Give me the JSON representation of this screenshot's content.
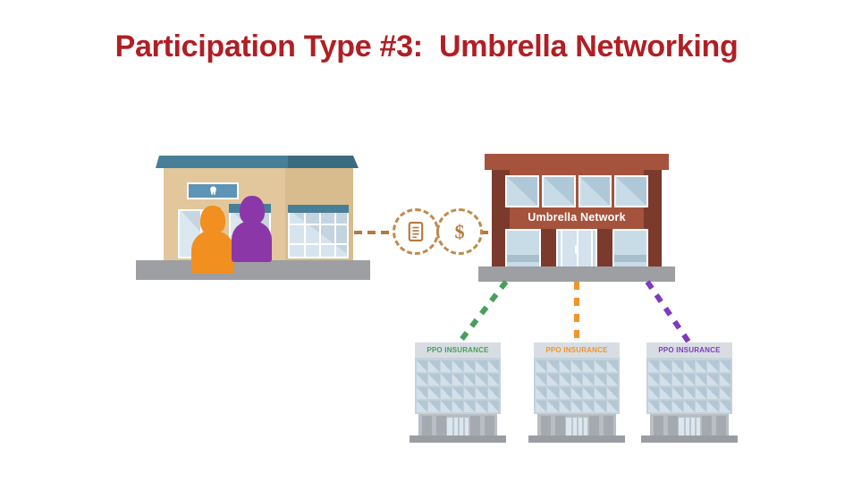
{
  "slide": {
    "title": "Participation Type #3:  Umbrella Networking",
    "background_color": "#FFFFFF",
    "title_color": "#B01F24"
  },
  "diagram": {
    "type": "network-relationship-diagram",
    "dental_office": {
      "name": "dental-office",
      "sign_icon": "tooth-icon",
      "facade_color": "#E2C79C",
      "roof_color": "#477F98",
      "people": [
        {
          "name": "patient-orange",
          "color": "#F28F21"
        },
        {
          "name": "patient-purple",
          "color": "#8B37A8"
        }
      ]
    },
    "connector": {
      "line_color": "#B5793F",
      "icons": [
        {
          "name": "contract-icon",
          "glyph": "document"
        },
        {
          "name": "money-icon",
          "glyph": "dollar-sign"
        }
      ]
    },
    "umbrella_network": {
      "label": "Umbrella Network",
      "building_color": "#A5533C",
      "pillar_color": "#7B3A2C",
      "label_color": "#FFFFFF"
    },
    "links": [
      {
        "name": "link-to-ppo-1",
        "color": "#4A9E5C",
        "style": "dashed"
      },
      {
        "name": "link-to-ppo-2",
        "color": "#F0952B",
        "style": "dashed"
      },
      {
        "name": "link-to-ppo-3",
        "color": "#7E3BBF",
        "style": "dashed"
      }
    ],
    "ppo_buildings": [
      {
        "label": "PPO INSURANCE",
        "text_color": "#4A9E5C"
      },
      {
        "label": "PPO INSURANCE",
        "text_color": "#F0952B"
      },
      {
        "label": "PPO INSURANCE",
        "text_color": "#7E3BBF"
      }
    ]
  }
}
